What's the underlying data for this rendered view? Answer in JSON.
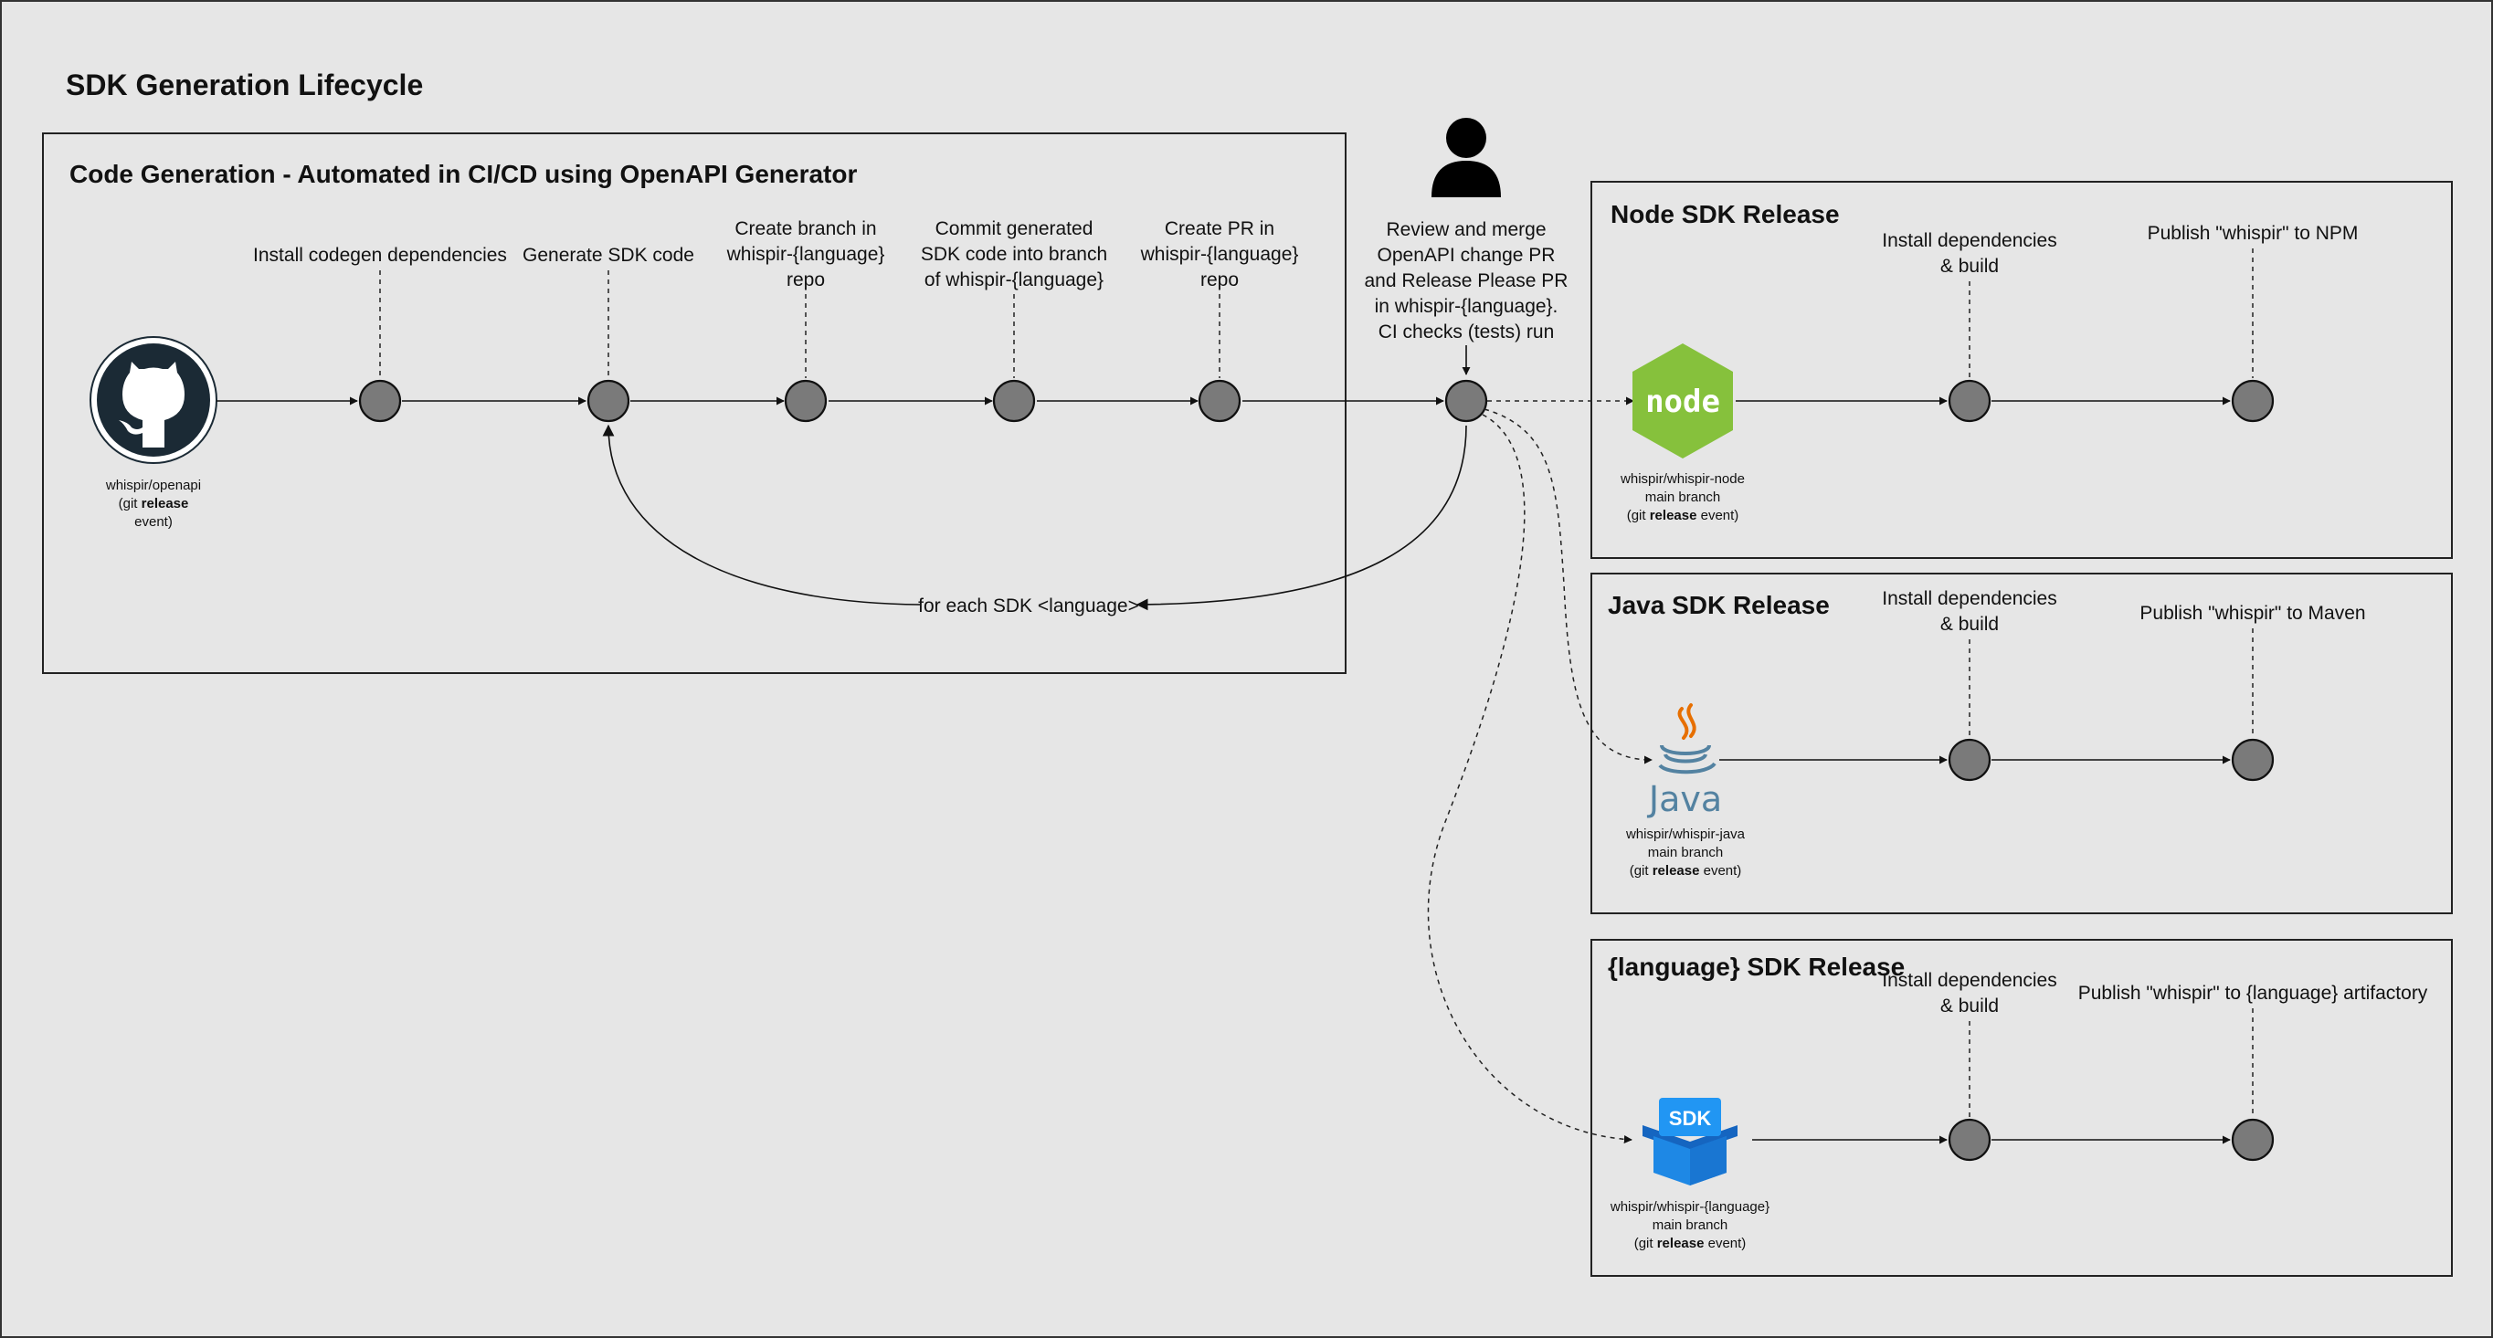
{
  "title": "SDK Generation Lifecycle",
  "codegen": {
    "title": "Code Generation - Automated in CI/CD using OpenAPI Generator",
    "source": {
      "line1": "whispir/openapi",
      "line2a": "(git ",
      "line2b": "release",
      "line3": "event)"
    },
    "steps": [
      [
        "Install codegen dependencies"
      ],
      [
        "Generate SDK code"
      ],
      [
        "Create branch in",
        "whispir-{language}",
        "repo"
      ],
      [
        "Commit generated",
        "SDK code into branch",
        "of whispir-{language}"
      ],
      [
        "Create PR in",
        "whispir-{language}",
        "repo"
      ]
    ],
    "loop_label": "for each SDK <language>"
  },
  "review": [
    "Review and merge",
    "OpenAPI change PR",
    "and Release Please PR",
    "in whispir-{language}.",
    "CI checks (tests) run"
  ],
  "releases": [
    {
      "title": "Node SDK Release",
      "icon": "nodejs-icon",
      "repo": [
        "whispir/whispir-node",
        "main branch"
      ],
      "event_prefix": "(git ",
      "event_bold": "release",
      "event_suffix": " event)",
      "steps": [
        [
          "Install dependencies",
          "& build"
        ],
        [
          "Publish \"whispir\" to NPM"
        ]
      ]
    },
    {
      "title": "Java SDK Release",
      "icon": "java-icon",
      "icon_text": "Java",
      "repo": [
        "whispir/whispir-java",
        "main branch"
      ],
      "event_prefix": "(git ",
      "event_bold": "release",
      "event_suffix": " event)",
      "steps": [
        [
          "Install dependencies",
          "& build"
        ],
        [
          "Publish \"whispir\" to Maven"
        ]
      ]
    },
    {
      "title": "{language} SDK Release",
      "icon": "sdk-box-icon",
      "icon_text": "SDK",
      "repo": [
        "whispir/whispir-{language}",
        "main branch"
      ],
      "event_prefix": "(git ",
      "event_bold": "release",
      "event_suffix": " event)",
      "steps": [
        [
          "Install dependencies",
          "& build"
        ],
        [
          "Publish \"whispir\" to {language} artifactory"
        ]
      ]
    }
  ],
  "colors": {
    "background": "#e6e6e6",
    "node": "#86c13c",
    "java_blue": "#5382a1",
    "java_orange": "#e76f00",
    "sdk_blue": "#1e88e5",
    "github": "#1b2a35",
    "dot": "#7a7a7a"
  }
}
